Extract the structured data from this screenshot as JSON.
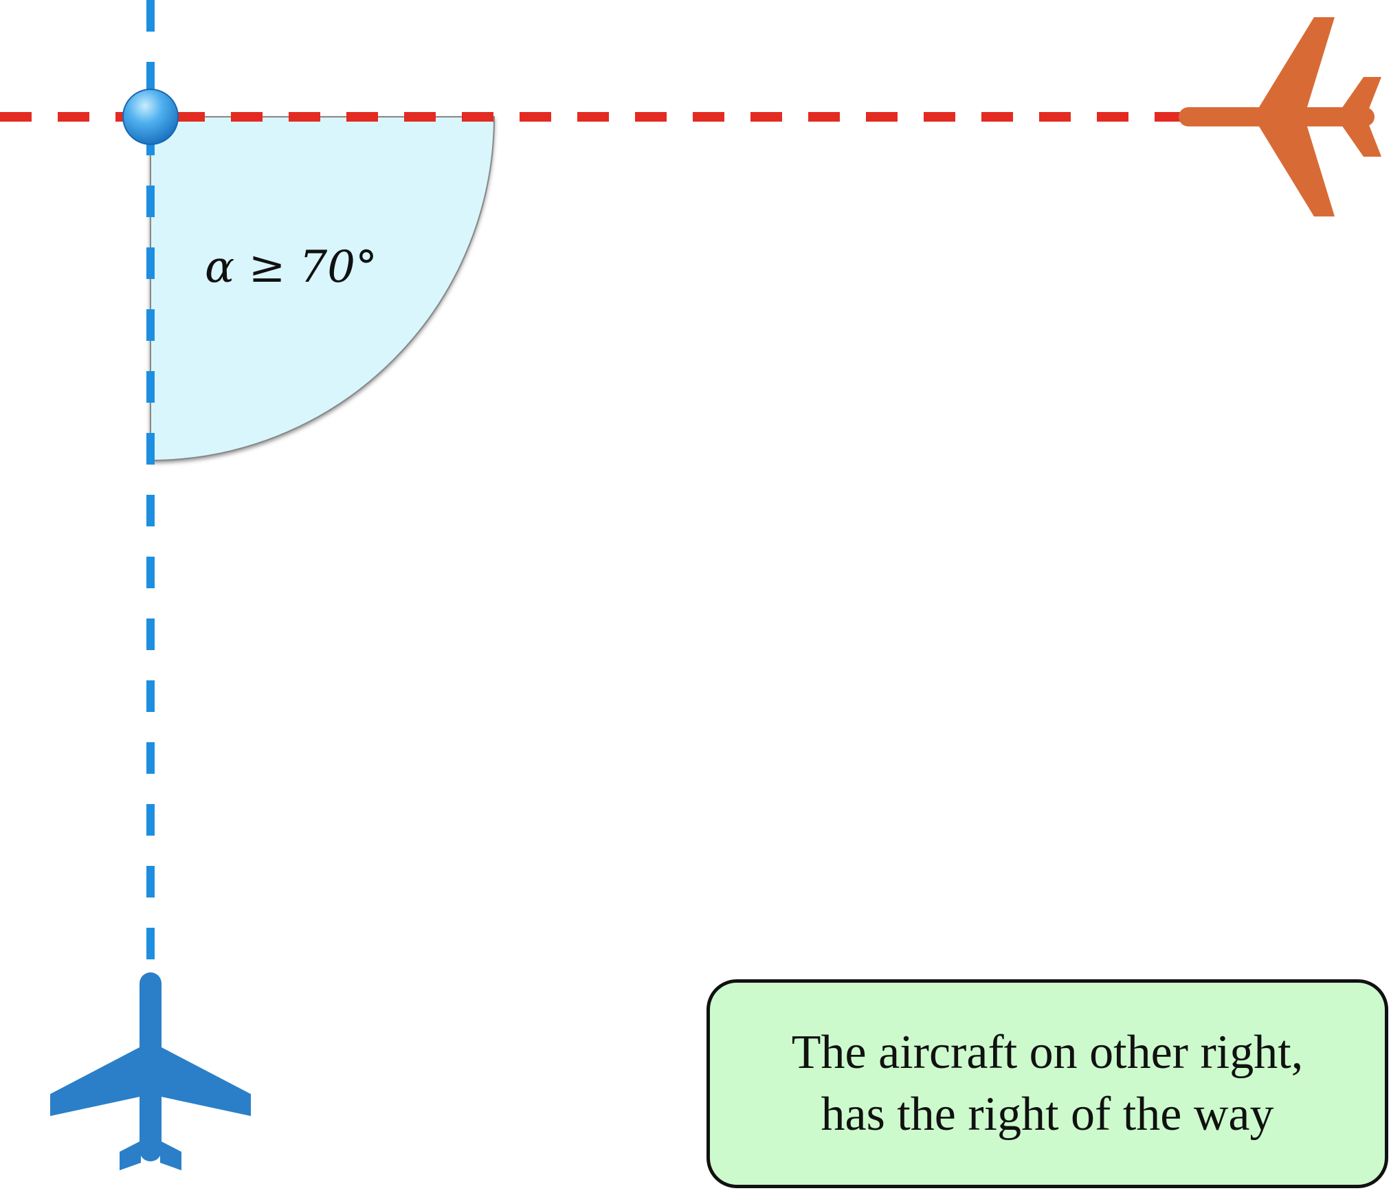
{
  "angle": {
    "label": "α ≥ 70°",
    "symbol": "α",
    "relation": "≥",
    "value": "70",
    "unit_superscript": "o"
  },
  "message": {
    "line1": "The aircraft on other right,",
    "line2": "has the right of the way"
  },
  "colors": {
    "own_aircraft": "#2a7fc8",
    "own_path": "#1e8fe0",
    "other_aircraft": "#d86b35",
    "other_path": "#e32b22",
    "angle_sector_fill": "#d9f6fc",
    "intersection_point": "#4fb0ee",
    "message_fill": "#ccfacc",
    "message_border": "#111111"
  },
  "icons": {
    "own_aircraft": "airplane-icon",
    "other_aircraft": "airplane-icon",
    "intersection": "point-marker-icon"
  }
}
